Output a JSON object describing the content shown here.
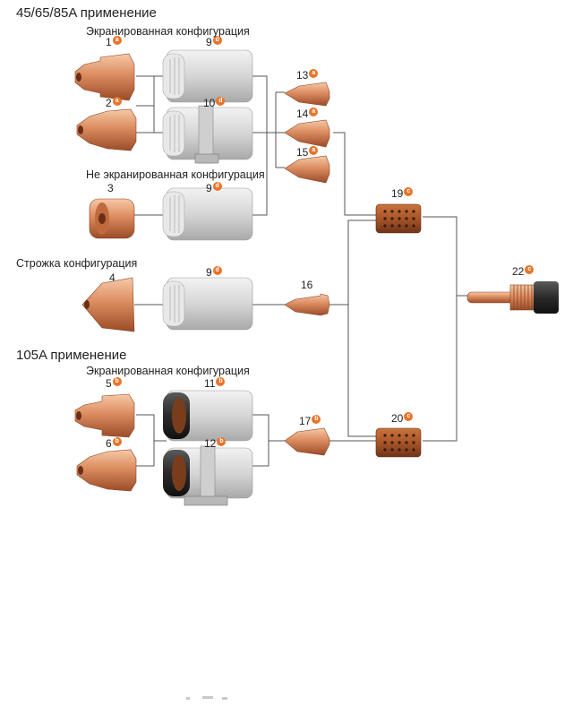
{
  "sections": {
    "app_45_65_85": "45/65/85A применение",
    "shielded_1": "Экранированная конфигурация",
    "unshielded": "Не экранированная конфигурация",
    "gouging": "Строжка конфигурация",
    "app_105": "105A применение",
    "shielded_2": "Экранированная конфигурация"
  },
  "parts": {
    "p1": {
      "num": "1",
      "badge": "a"
    },
    "p2": {
      "num": "2",
      "badge": "a"
    },
    "p3": {
      "num": "3"
    },
    "p4": {
      "num": "4"
    },
    "p5": {
      "num": "5",
      "badge": "b"
    },
    "p6": {
      "num": "6",
      "badge": "b"
    },
    "p9a": {
      "num": "9",
      "badge": "d"
    },
    "p9b": {
      "num": "9",
      "badge": "d"
    },
    "p9c": {
      "num": "9",
      "badge": "d"
    },
    "p10": {
      "num": "10",
      "badge": "d"
    },
    "p11": {
      "num": "11",
      "badge": "b"
    },
    "p12": {
      "num": "12",
      "badge": "b"
    },
    "p13": {
      "num": "13",
      "badge": "a"
    },
    "p14": {
      "num": "14",
      "badge": "a"
    },
    "p15": {
      "num": "15",
      "badge": "a"
    },
    "p16": {
      "num": "16"
    },
    "p17": {
      "num": "17",
      "badge": "b"
    },
    "p19": {
      "num": "19",
      "badge": "c"
    },
    "p20": {
      "num": "20",
      "badge": "c"
    },
    "p22": {
      "num": "22",
      "badge": "c"
    }
  },
  "colors": {
    "badge": "#e8742a",
    "copper": "#d98a5e",
    "copper_dark": "#9c4e2a",
    "copper_light": "#f4c4a2",
    "ceramic": "#dcdcdc",
    "ceramic_dark": "#a8a8a8",
    "swirl": "#a4502a",
    "black_cap": "#2c2c2c"
  }
}
